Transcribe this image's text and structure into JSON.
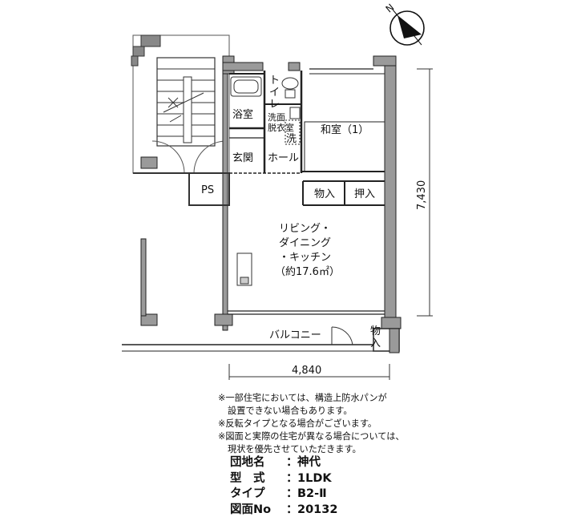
{
  "compass": {
    "north_label": "N"
  },
  "rooms": {
    "bath": "浴室",
    "toilet_a": "ト",
    "toilet_b": "イ",
    "toilet_c": "レ",
    "washroom_a": "洗面",
    "washroom_b": "脱衣室",
    "washer": "洗",
    "japanese_room": "和室（1）",
    "entrance": "玄関",
    "hall": "ホール",
    "ps": "PS",
    "storage": "物入",
    "closet": "押入",
    "ldk_line1": "リビング・",
    "ldk_line2": "ダイニング",
    "ldk_line3": "・キッチン",
    "ldk_line4": "（約17.6㎡）",
    "balcony": "バルコニー",
    "balcony_storage_a": "物",
    "balcony_storage_b": "入"
  },
  "dimensions": {
    "width": "4,840",
    "depth": "7,430"
  },
  "notes": {
    "line1": "※一部住宅においては、構造上防水パンが",
    "line1b": "設置できない場合もあります。",
    "line2": "※反転タイプとなる場合がございます。",
    "line3": "※図面と実際の住宅が異なる場合については、",
    "line3b": "現状を優先させていただきます。"
  },
  "info": {
    "name_label": "団地名",
    "name_value": "神代",
    "type_label": "型　式",
    "type_value": "1LDK",
    "subtype_label": "タイプ",
    "subtype_value": "B2-Ⅱ",
    "drawing_label": "図面No",
    "drawing_value": "20132",
    "sep": "："
  }
}
